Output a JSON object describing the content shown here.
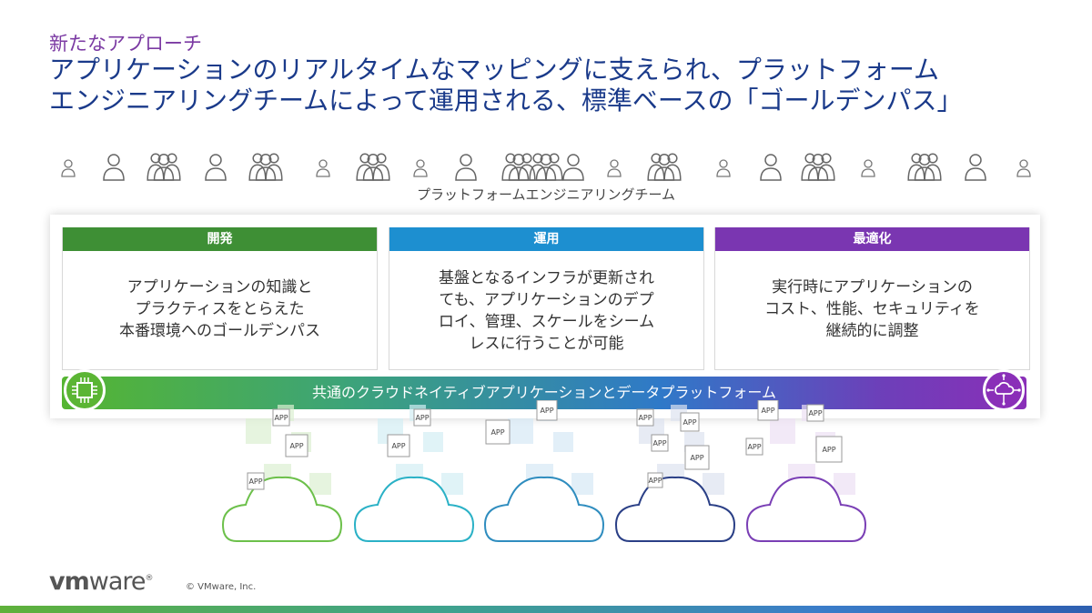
{
  "header": {
    "subtitle": "新たなアプローチ",
    "title_line1": "アプリケーションのリアルタイムなマッピングに支えられ、プラットフォーム",
    "title_line2": "エンジニアリングチームによって運用される、標準ベースの「ゴールデンパス」"
  },
  "team_label": "プラットフォームエンジニアリングチーム",
  "cards": [
    {
      "heading": "開発",
      "color": "#3e8f35",
      "lines": [
        "アプリケーションの知識と",
        "プラクティスをとらえた",
        "本番環境へのゴールデンパス"
      ]
    },
    {
      "heading": "運用",
      "color": "#1d8fd0",
      "lines": [
        "基盤となるインフラが更新され",
        "ても、アプリケーションのデプ",
        "ロイ、管理、スケールをシーム",
        "レスに行うことが可能"
      ]
    },
    {
      "heading": "最適化",
      "color": "#7a36b1",
      "lines": [
        "実行時にアプリケーションの",
        "コスト、性能、セキュリティを",
        "継続的に調整"
      ]
    }
  ],
  "platform_bar": {
    "label": "共通のクラウドネイティブアプリケーションとデータプラットフォーム",
    "icon_left": "chip-icon",
    "icon_right": "cloud-network-icon"
  },
  "app_label": "APP",
  "footer": {
    "logo_vm": "vm",
    "logo_ware": "ware",
    "registered": "®",
    "copyright": "© VMware, Inc."
  },
  "colors": {
    "cloud1": "#6cc04a",
    "cloud2": "#2ab1c6",
    "cloud3": "#2f8dbf",
    "cloud4": "#2a3f86",
    "cloud5": "#7a3fb5"
  }
}
